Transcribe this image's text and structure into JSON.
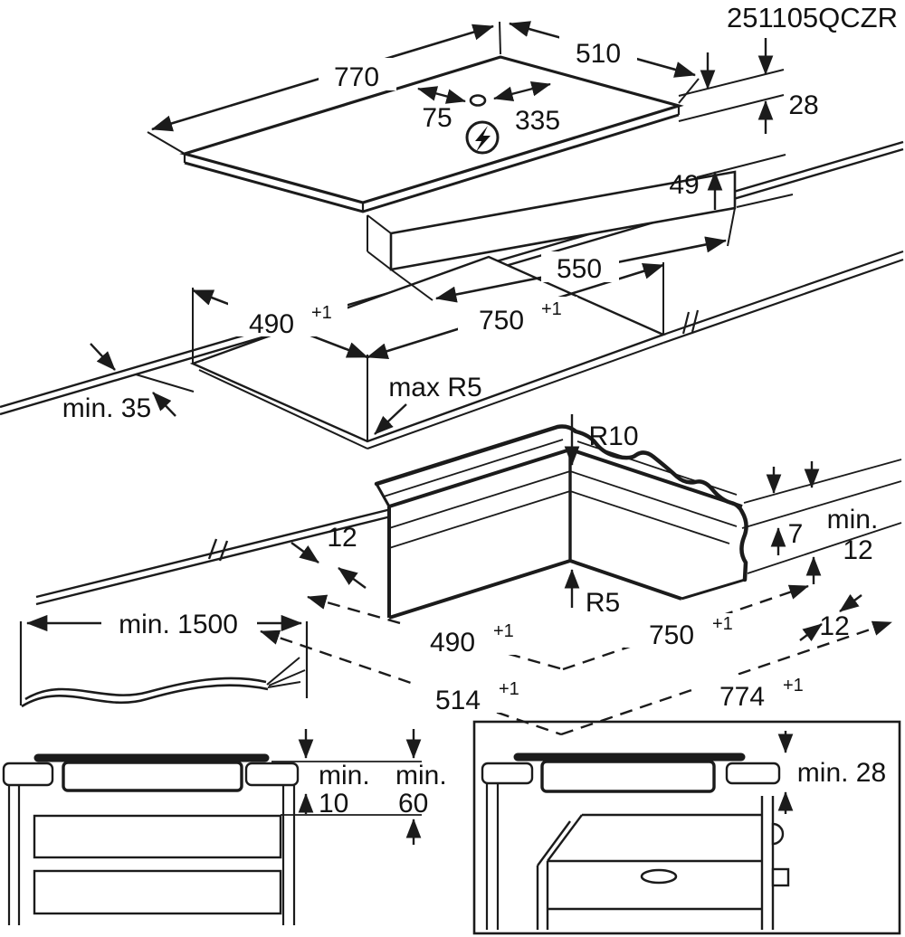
{
  "title": "251105QCZR",
  "hob": {
    "width": "770",
    "depth": "510",
    "conn_left": "75",
    "conn_right": "335",
    "glass_height": "28",
    "body_height": "49",
    "body_width": "550",
    "power_icon": "lightning-bolt-in-circle"
  },
  "cutout": {
    "depth": "490",
    "depth_tol": "+1",
    "width": "750",
    "width_tol": "+1",
    "front_edge": "min. 35",
    "corner_radius": "max R5"
  },
  "corner_detail": {
    "top_radius": "R10",
    "step": "7",
    "side_min_label": "min.",
    "side_min_value": "12",
    "bottom_radius": "R5",
    "left_overhang": "12",
    "right_overhang": "12",
    "inner_depth": "490",
    "inner_depth_tol": "+1",
    "inner_width": "750",
    "inner_width_tol": "+1",
    "outer_depth": "514",
    "outer_depth_tol": "+1",
    "outer_width": "774",
    "outer_width_tol": "+1"
  },
  "cable": {
    "length": "min. 1500"
  },
  "cabinet_drawer": {
    "gap_label_1": "min.",
    "gap_value_1": "10",
    "gap_label_2": "min.",
    "gap_value_2": "60"
  },
  "cabinet_oven": {
    "clearance": "min. 28"
  }
}
